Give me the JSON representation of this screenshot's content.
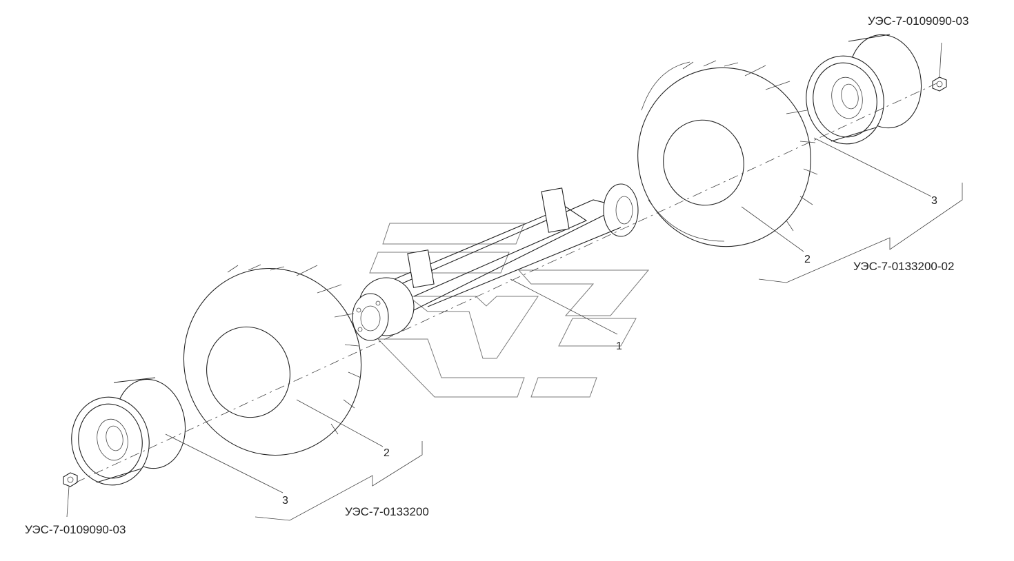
{
  "labels": {
    "part_top_right": "УЭС-7-0109090-03",
    "part_bottom_left": "УЭС-7-0109090-03",
    "assembly_right": "УЭС-7-0133200-02",
    "assembly_left": "УЭС-7-0133200",
    "callout_1": "1",
    "callout_2_right": "2",
    "callout_2_left": "2",
    "callout_3_right": "3",
    "callout_3_left": "3"
  }
}
